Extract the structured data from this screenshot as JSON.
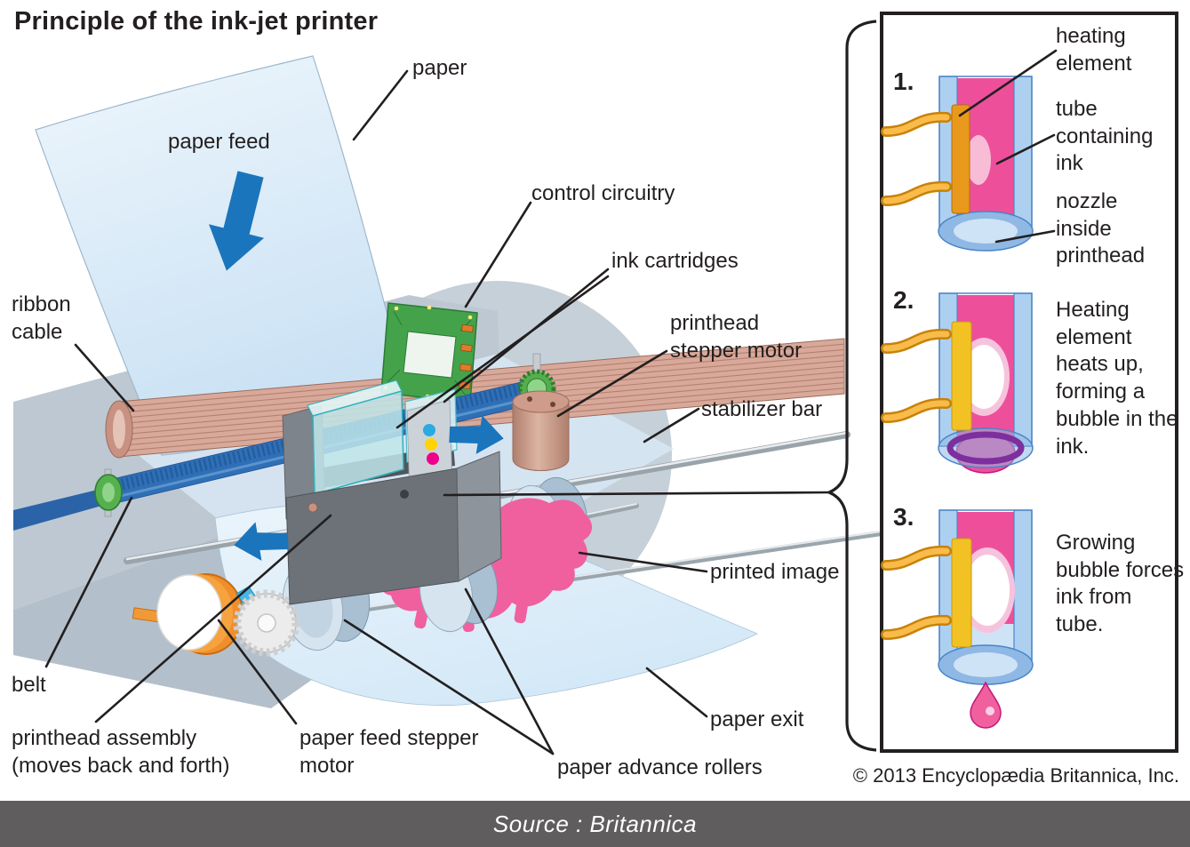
{
  "title": "Principle of the ink-jet printer",
  "diagram_labels": {
    "paper": "paper",
    "paper_feed": "paper feed",
    "control_circuitry": "control circuitry",
    "ink_cartridges": "ink cartridges",
    "printhead_stepper_motor": "printhead stepper motor",
    "stabilizer_bar": "stabilizer bar",
    "printed_image": "printed image",
    "paper_exit": "paper exit",
    "paper_advance_rollers": "paper advance rollers",
    "ribbon_cable": "ribbon cable",
    "belt": "belt",
    "printhead_assembly": "printhead assembly (moves back and forth)",
    "paper_feed_stepper_motor": "paper feed stepper motor"
  },
  "panel": {
    "step1": {
      "number": "1.",
      "label_heating_element": "heating element",
      "label_tube": "tube containing ink",
      "label_nozzle": "nozzle inside printhead"
    },
    "step2": {
      "number": "2.",
      "caption": "Heating element heats up, forming a bubble in the ink."
    },
    "step3": {
      "number": "3.",
      "caption": "Growing bubble forces ink from tube."
    }
  },
  "copyright": "© 2013 Encyclopædia Britannica, Inc.",
  "source_bar": "Source : Britannica",
  "colors": {
    "paper_blue": "#d9eaf8",
    "arrow_blue": "#1b75bc",
    "ink_pink": "#ee4f9b",
    "heating_orange": "#e8991c",
    "heating_yellow": "#f2c224",
    "wire_yellow": "#f6b03a",
    "tube_wall_blue": "#aed0f0",
    "body_gray": "#c6d0d9",
    "carriage_gray": "#6c7278",
    "motor_copper": "#c99485",
    "motor_orange": "#ef8f2c",
    "pcb_green": "#44a24b",
    "belt_blue": "#2f6fb6",
    "roller_blue": "#d6e4ef",
    "source_bar_bg": "#5f5d5e"
  }
}
